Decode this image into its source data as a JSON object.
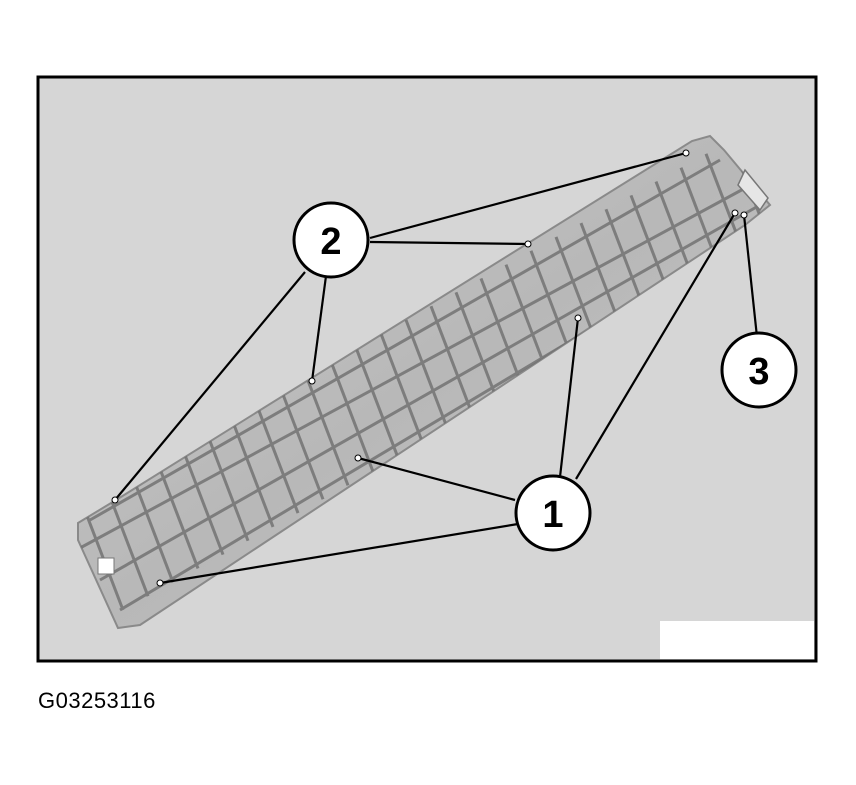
{
  "figure_id": "G03253116",
  "callouts": [
    {
      "label": "1"
    },
    {
      "label": "2"
    },
    {
      "label": "3"
    }
  ],
  "colors": {
    "panel_background": "#d6d6d6",
    "part_fill": "#bdbdbd",
    "frame": "#000000"
  }
}
